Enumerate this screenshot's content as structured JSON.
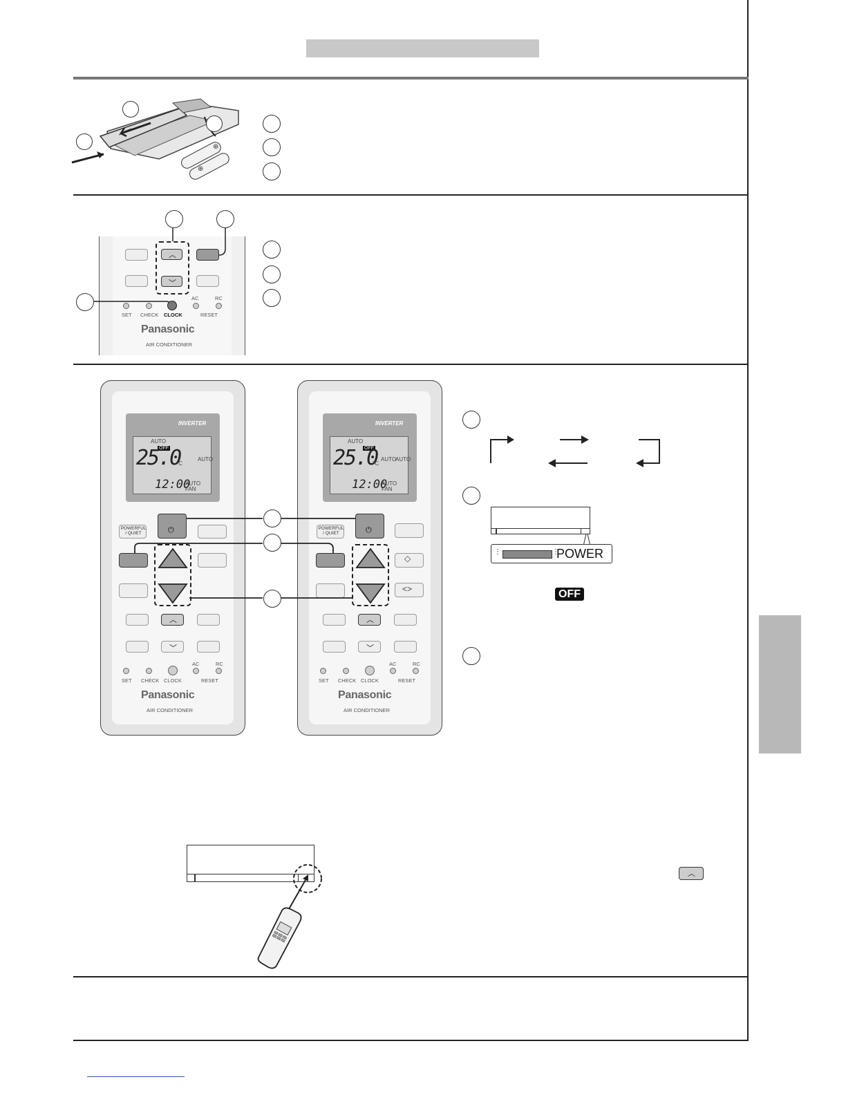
{
  "remote_left": {
    "buttons": {
      "powerful_quiet": "POWERFUL / QUIET"
    },
    "display": {
      "mode": "AUTO",
      "timer_off": "OFF",
      "temperature": "25.0",
      "unit": "°C",
      "clock": "12:00",
      "fan": "AUTO FAN",
      "swing": "AUTO"
    },
    "inverter": "INVERTER",
    "brand": "Panasonic",
    "product": "AIR CONDITIONER",
    "indicators": {
      "set": "SET",
      "check": "CHECK",
      "clock": "CLOCK",
      "ac": "AC",
      "rc": "RC",
      "reset": "RESET"
    }
  },
  "remote_right": {
    "buttons": {
      "powerful_quiet": "POWERFUL / QUIET"
    },
    "display": {
      "mode": "AUTO",
      "timer_off": "OFF",
      "temperature": "25.0",
      "unit": "°C",
      "clock": "12:00",
      "fan": "AUTO FAN",
      "swing1": "AUTO",
      "swing2": "AUTO"
    },
    "inverter": "INVERTER",
    "brand": "Panasonic",
    "product": "AIR CONDITIONER",
    "indicators": {
      "set": "SET",
      "check": "CHECK",
      "clock": "CLOCK",
      "ac": "AC",
      "rc": "RC",
      "reset": "RESET"
    }
  },
  "clock_remote": {
    "brand": "Panasonic",
    "product": "AIR CONDITIONER",
    "indicators": {
      "set": "SET",
      "check": "CHECK",
      "clock": "CLOCK",
      "ac": "AC",
      "rc": "RC",
      "reset": "RESET"
    }
  },
  "indoor_panel": {
    "power_label": "POWER",
    "off_badge": "OFF"
  }
}
